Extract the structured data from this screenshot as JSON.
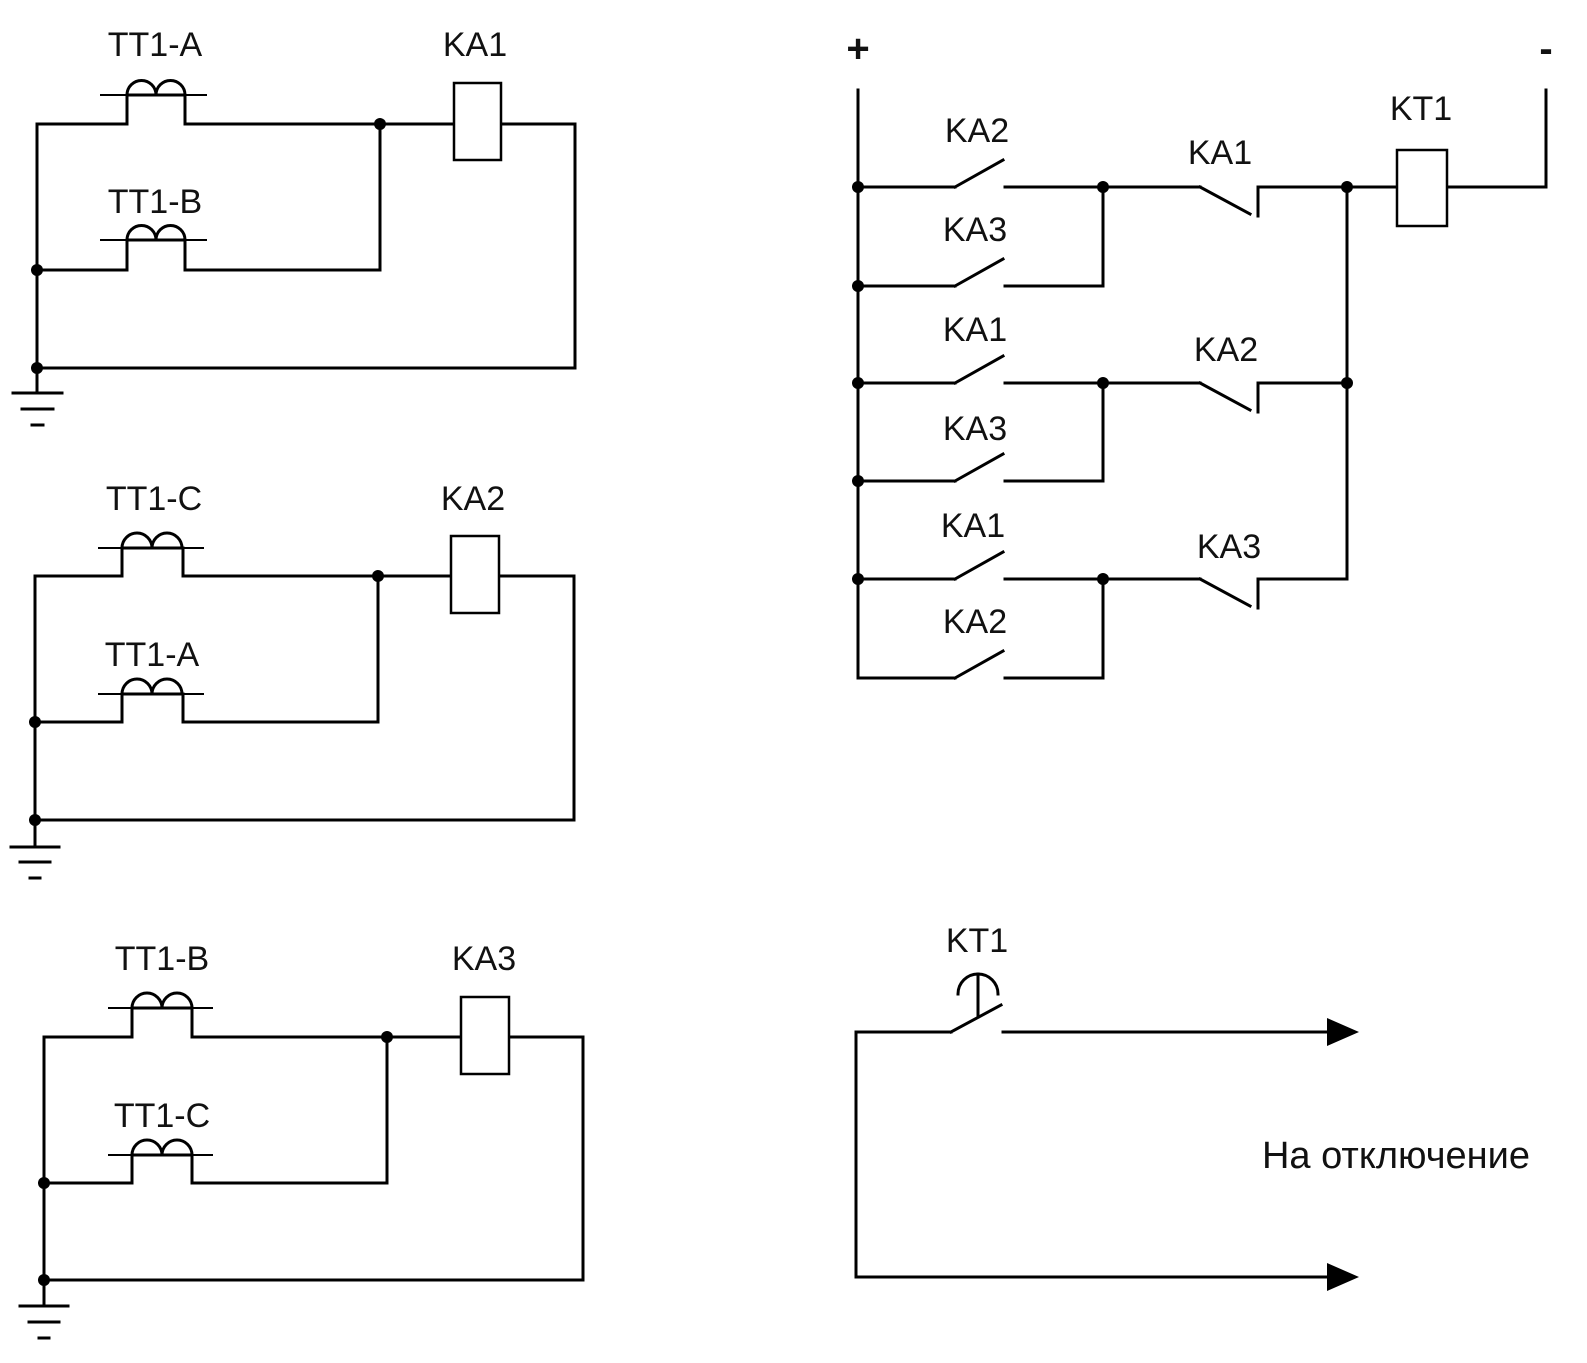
{
  "circuit1": {
    "ct_top": "TT1-A",
    "ct_bottom": "TT1-B",
    "relay": "KA1"
  },
  "circuit2": {
    "ct_top": "TT1-C",
    "ct_bottom": "TT1-A",
    "relay": "KA2"
  },
  "circuit3": {
    "ct_top": "TT1-B",
    "ct_bottom": "TT1-C",
    "relay": "KA3"
  },
  "logic": {
    "plus": "+",
    "minus": "-",
    "timer_coil": "KT1",
    "row1": {
      "contact_a": "KA2",
      "contact_b": "KA3",
      "nc_contact": "KA1"
    },
    "row2": {
      "contact_a": "KA1",
      "contact_b": "KA3",
      "nc_contact": "KA2"
    },
    "row3": {
      "contact_a": "KA1",
      "contact_b": "KA2",
      "nc_contact": "KA3"
    }
  },
  "trip": {
    "timer_contact": "KT1",
    "label": "На отключение"
  }
}
